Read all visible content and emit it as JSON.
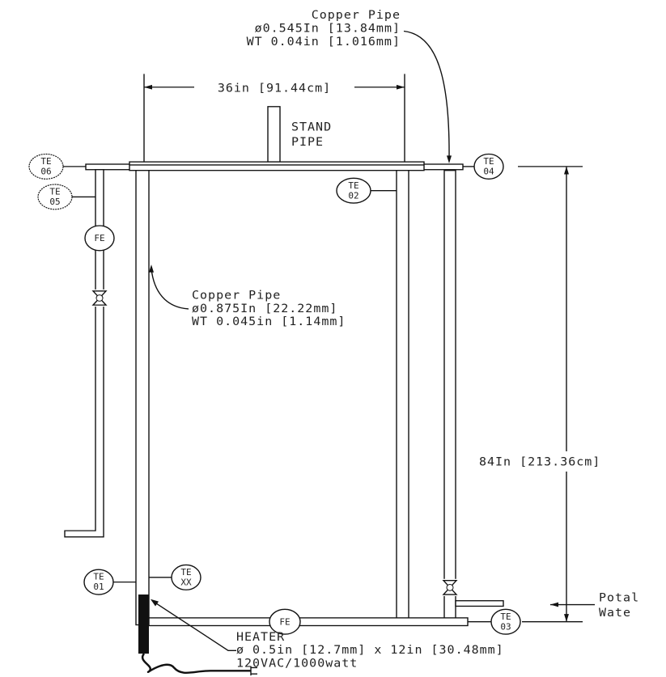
{
  "top_pipe": {
    "title": "Copper Pipe",
    "diameter": "ø0.545In [13.84mm]",
    "wall": "WT 0.04in [1.016mm]"
  },
  "width_dim": "36in [91.44cm]",
  "stand_pipe": {
    "line1": "STAND",
    "line2": "PIPE"
  },
  "main_pipe": {
    "title": "Copper Pipe",
    "diameter": "ø0.875In [22.22mm]",
    "wall": "WT 0.045in [1.14mm]"
  },
  "height_dim": "84In [213.36cm]",
  "potable": {
    "line1": "Potal",
    "line2": "Wate"
  },
  "heater": {
    "title": "HEATER",
    "size": "ø 0.5in [12.7mm] x 12in [30.48mm]",
    "power": "120VAC/1000watt"
  },
  "tags": {
    "te06": [
      "TE",
      "06"
    ],
    "te05": [
      "TE",
      "05"
    ],
    "te02": [
      "TE",
      "02"
    ],
    "te04": [
      "TE",
      "04"
    ],
    "te01": [
      "TE",
      "01"
    ],
    "texx": [
      "TE",
      "XX"
    ],
    "te03": [
      "TE",
      "03"
    ],
    "fe_top": "FE",
    "fe_bottom": "FE"
  }
}
